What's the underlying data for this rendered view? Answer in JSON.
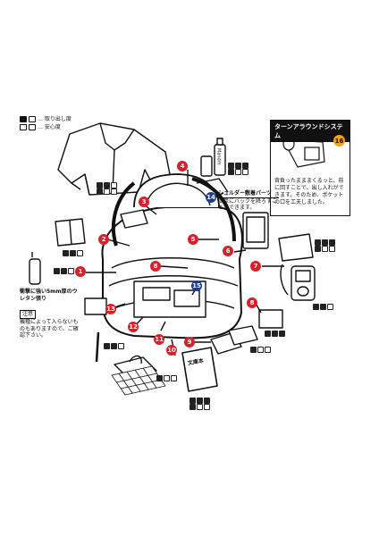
{
  "legend": {
    "item1": "… 取り出し度",
    "item2": "… 安心度"
  },
  "panel": {
    "title": "ターンアラウンドシステム",
    "number": "16",
    "text": "背負ったまままくるっと、前に回すことで、出し入れができます。そのため、ポケットの口を工夫しました。"
  },
  "callouts": {
    "shoulder": "シュルダー敷着パーツ",
    "shoulder_sub": "簡単にバックを降ろすことができます。",
    "left_note": "衝撃に強い5mm厚のウレタン張り",
    "left_note_tag": "注意",
    "left_note_sub": "機種によって入らないものもありますので、ご確認下さい。"
  },
  "badges": [
    {
      "n": "1",
      "c": "red"
    },
    {
      "n": "2",
      "c": "red"
    },
    {
      "n": "3",
      "c": "red"
    },
    {
      "n": "4",
      "c": "red"
    },
    {
      "n": "5",
      "c": "red"
    },
    {
      "n": "6",
      "c": "red"
    },
    {
      "n": "7",
      "c": "red"
    },
    {
      "n": "8",
      "c": "red"
    },
    {
      "n": "8",
      "c": "red"
    },
    {
      "n": "9",
      "c": "red"
    },
    {
      "n": "10",
      "c": "red"
    },
    {
      "n": "11",
      "c": "red"
    },
    {
      "n": "12",
      "c": "red"
    },
    {
      "n": "13",
      "c": "red"
    },
    {
      "n": "14",
      "c": "blue"
    },
    {
      "n": "15",
      "c": "blue"
    }
  ],
  "book_label": "文庫本",
  "drink_label": "Mandm"
}
